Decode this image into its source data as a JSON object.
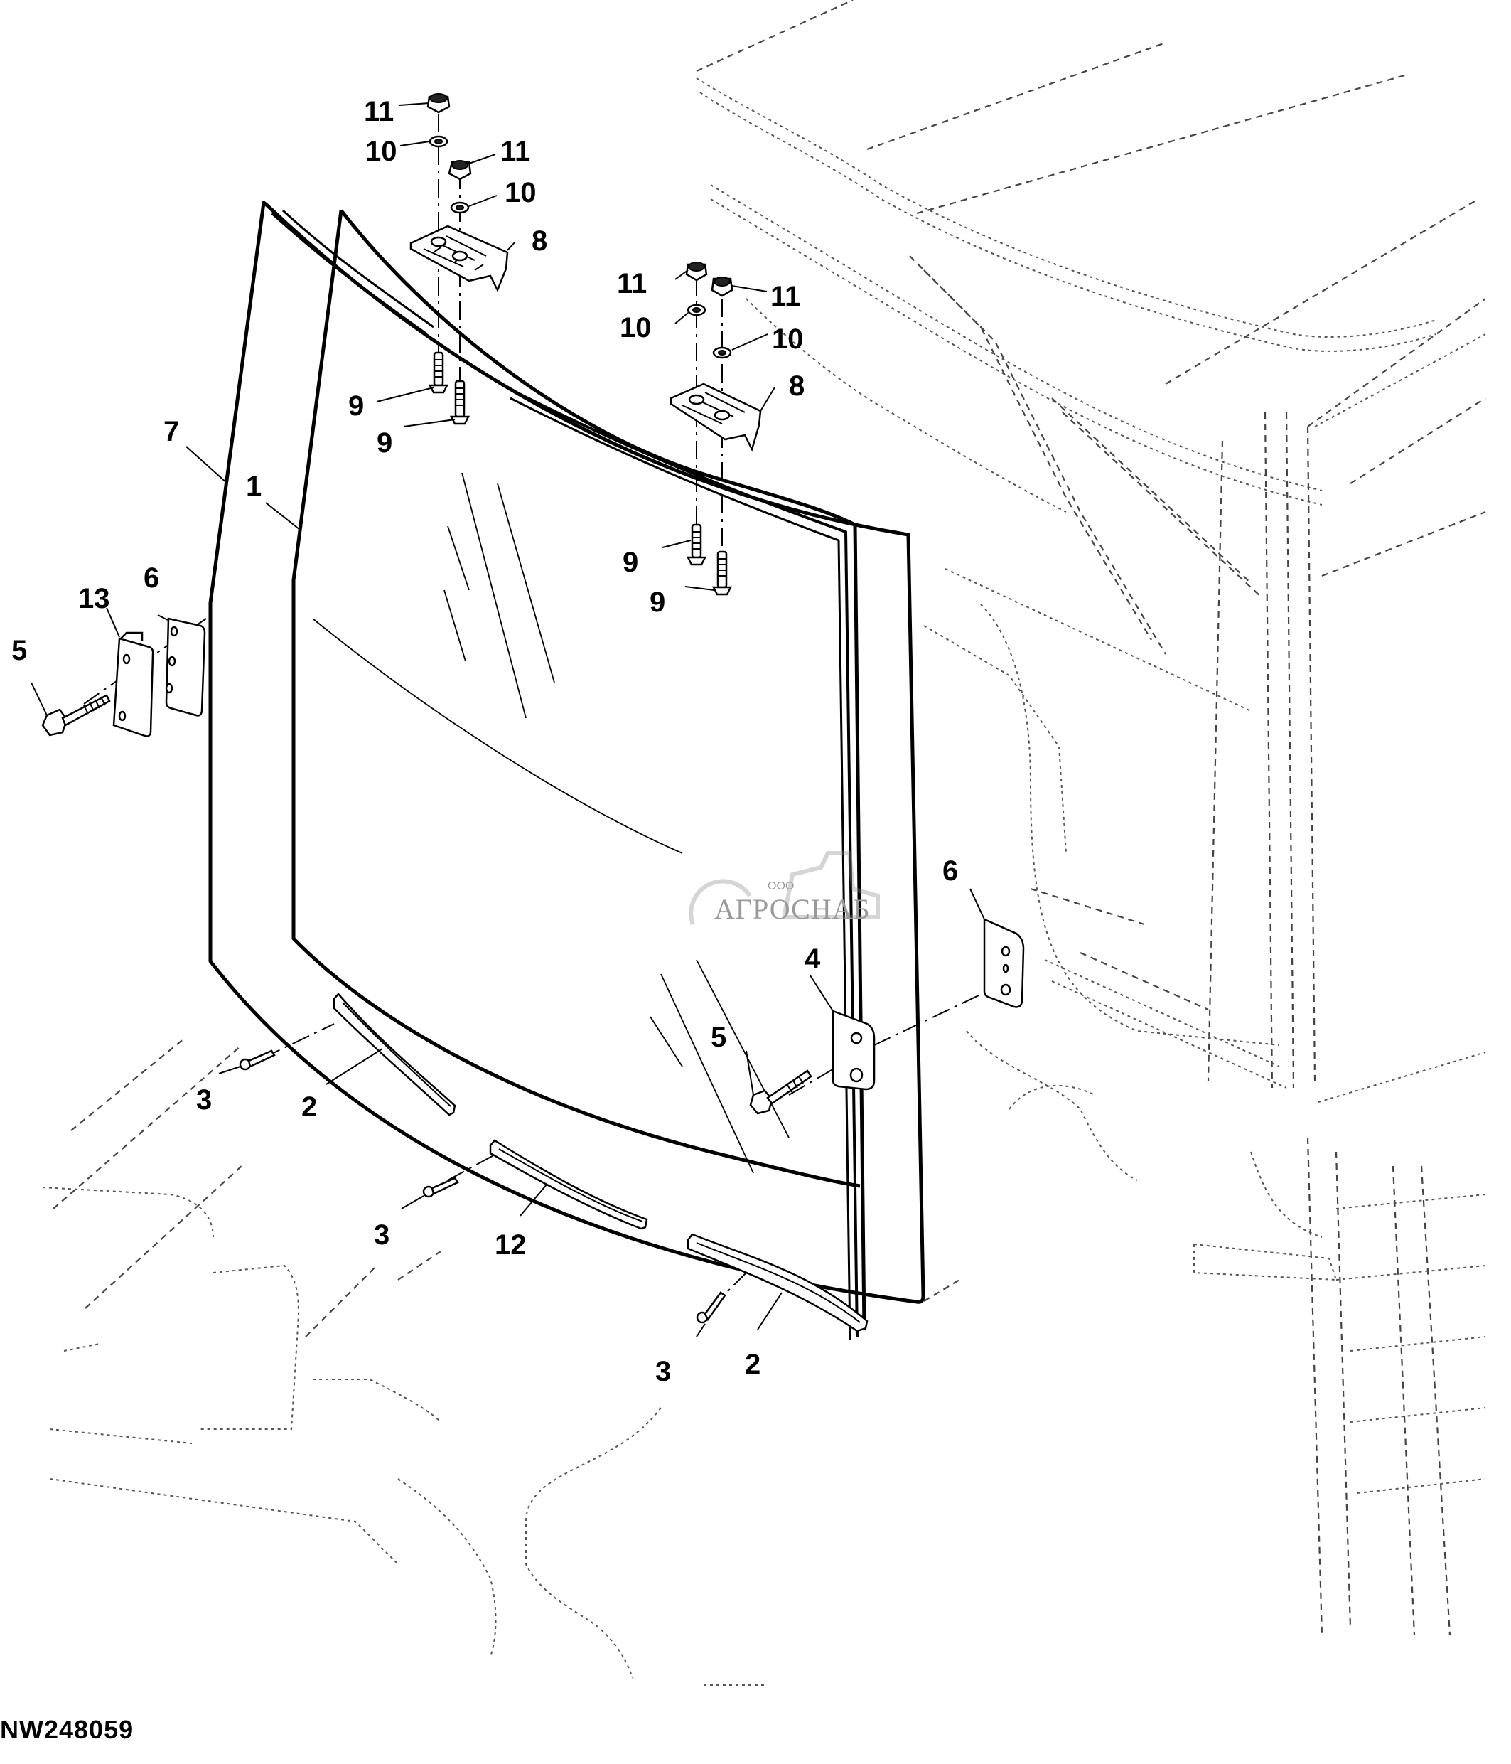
{
  "figure": {
    "id": "NW248059",
    "title": "Windshield assembly exploded view"
  },
  "watermark": {
    "prefix": "ООО",
    "name": "АГРОСНАБ"
  },
  "callouts": [
    {
      "key": "c11a",
      "label": "11"
    },
    {
      "key": "c10a",
      "label": "10"
    },
    {
      "key": "c11b",
      "label": "11"
    },
    {
      "key": "c10b",
      "label": "10"
    },
    {
      "key": "c8a",
      "label": "8"
    },
    {
      "key": "c11c",
      "label": "11"
    },
    {
      "key": "c10c",
      "label": "10"
    },
    {
      "key": "c11d",
      "label": "11"
    },
    {
      "key": "c10d",
      "label": "10"
    },
    {
      "key": "c8b",
      "label": "8"
    },
    {
      "key": "c9a",
      "label": "9"
    },
    {
      "key": "c9b",
      "label": "9"
    },
    {
      "key": "c9c",
      "label": "9"
    },
    {
      "key": "c9d",
      "label": "9"
    },
    {
      "key": "c7",
      "label": "7"
    },
    {
      "key": "c1",
      "label": "1"
    },
    {
      "key": "c13",
      "label": "13"
    },
    {
      "key": "c6a",
      "label": "6"
    },
    {
      "key": "c5a",
      "label": "5"
    },
    {
      "key": "c6b",
      "label": "6"
    },
    {
      "key": "c4",
      "label": "4"
    },
    {
      "key": "c5b",
      "label": "5"
    },
    {
      "key": "c3a",
      "label": "3"
    },
    {
      "key": "c2a",
      "label": "2"
    },
    {
      "key": "c3b",
      "label": "3"
    },
    {
      "key": "c12",
      "label": "12"
    },
    {
      "key": "c3c",
      "label": "3"
    },
    {
      "key": "c2b",
      "label": "2"
    }
  ],
  "parts": [
    {
      "number": "1",
      "name": "inner-glass-panel"
    },
    {
      "number": "2",
      "name": "lower-glass-channel"
    },
    {
      "number": "3",
      "name": "screw"
    },
    {
      "number": "4",
      "name": "hinge-plate"
    },
    {
      "number": "5",
      "name": "cap-screw"
    },
    {
      "number": "6",
      "name": "hinge-plate-pad"
    },
    {
      "number": "7",
      "name": "outer-glass-panel"
    },
    {
      "number": "8",
      "name": "upper-latch-bracket"
    },
    {
      "number": "9",
      "name": "bolt"
    },
    {
      "number": "10",
      "name": "washer"
    },
    {
      "number": "11",
      "name": "lock-nut"
    },
    {
      "number": "12",
      "name": "center-glass-channel"
    },
    {
      "number": "13",
      "name": "hinge-bracket"
    }
  ]
}
